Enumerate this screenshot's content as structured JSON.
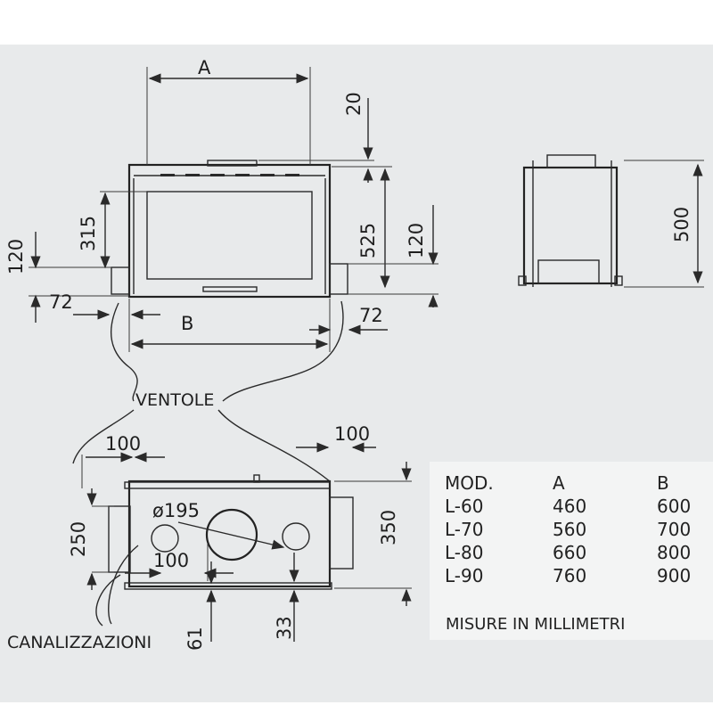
{
  "labels": {
    "ventole": "VENTOLE",
    "canalizzazioni": "CANALIZZAZIONI",
    "front_width": "A",
    "front_depth": "B"
  },
  "dimensions": {
    "top_clearance": "20",
    "frame_height": "315",
    "total_height": "525",
    "right_offset": "120",
    "left_offset": "120",
    "left_margin": "72",
    "right_margin": "72",
    "side_height": "500",
    "plan_left": "100",
    "plan_right": "100",
    "plan_center": "100",
    "plan_depth": "250",
    "plan_total": "350",
    "flue_diameter": "ø195",
    "bottom_left": "61",
    "bottom_right": "33"
  },
  "table": {
    "headers": [
      "MOD.",
      "A",
      "B"
    ],
    "rows": [
      [
        "L-60",
        "460",
        "600"
      ],
      [
        "L-70",
        "560",
        "700"
      ],
      [
        "L-80",
        "660",
        "800"
      ],
      [
        "L-90",
        "760",
        "900"
      ]
    ],
    "note": "MISURE IN MILLIMETRI"
  }
}
